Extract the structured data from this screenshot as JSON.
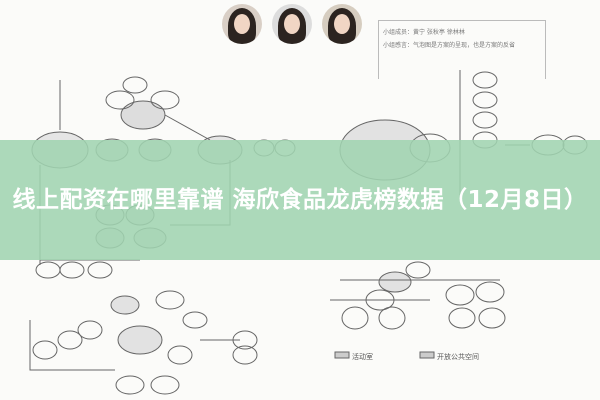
{
  "header": {
    "members_label": "小组成员：",
    "members": "黄宁  张秋亭  徐林林",
    "comment_label": "小组感言：",
    "comment": "气泡图是方案的呈现，也是方案的反省"
  },
  "banner": {
    "title": "线上配资在哪里靠谱 海欣食品龙虎榜数据（12月8日）"
  },
  "legend": {
    "items": [
      "活动室",
      "开放公共空间"
    ]
  },
  "colors": {
    "banner": "#a0d4b0",
    "sketch_ink": "#555555"
  }
}
